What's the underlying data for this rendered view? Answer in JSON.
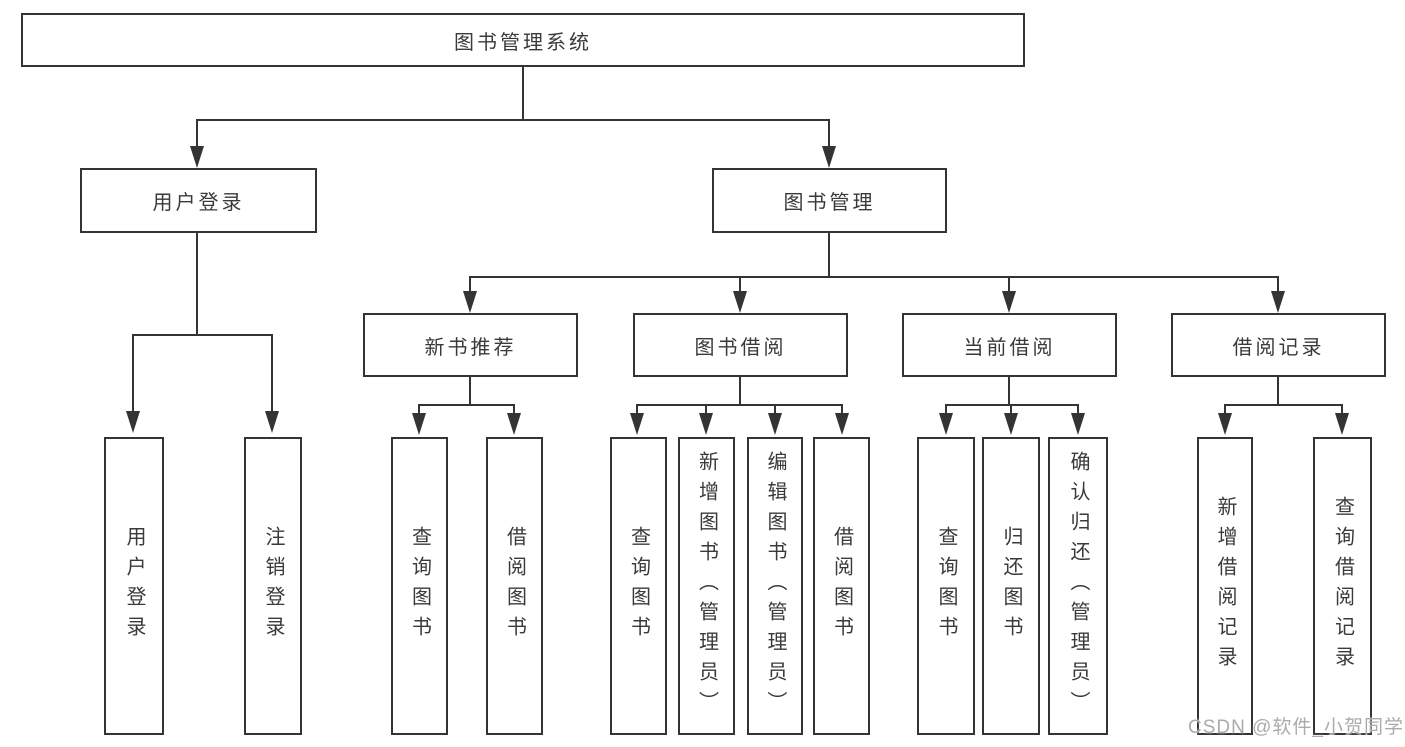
{
  "nodes": {
    "root": "图书管理系统",
    "user_login": "用户登录",
    "book_mgmt": "图书管理",
    "new_book_rec": "新书推荐",
    "book_borrow": "图书借阅",
    "current_borrow": "当前借阅",
    "borrow_record": "借阅记录",
    "leaf_user_login": "用户登录",
    "leaf_logout": "注销登录",
    "rec_query_book": "查询图书",
    "rec_borrow_book": "借阅图书",
    "bb_query_book": "查询图书",
    "bb_add_book": "新增图书（管理员）",
    "bb_edit_book": "编辑图书（管理员）",
    "bb_borrow_book": "借阅图书",
    "cb_query_book": "查询图书",
    "cb_return_book": "归还图书",
    "cb_confirm_return": "确认归还（管理员）",
    "br_add_record": "新增借阅记录",
    "br_query_record": "查询借阅记录"
  },
  "tree": {
    "root": "图书管理系统",
    "children": [
      {
        "label": "用户登录",
        "children": [
          "用户登录",
          "注销登录"
        ]
      },
      {
        "label": "图书管理",
        "children": [
          {
            "label": "新书推荐",
            "children": [
              "查询图书",
              "借阅图书"
            ]
          },
          {
            "label": "图书借阅",
            "children": [
              "查询图书",
              "新增图书（管理员）",
              "编辑图书（管理员）",
              "借阅图书"
            ]
          },
          {
            "label": "当前借阅",
            "children": [
              "查询图书",
              "归还图书",
              "确认归还（管理员）"
            ]
          },
          {
            "label": "借阅记录",
            "children": [
              "新增借阅记录",
              "查询借阅记录"
            ]
          }
        ]
      }
    ]
  },
  "watermark": {
    "text": "CSDN @软件_小贺同学"
  },
  "colors": {
    "line": "#343434",
    "text": "#3a3a3a",
    "watermark": "#ababab",
    "background": "#ffffff"
  }
}
